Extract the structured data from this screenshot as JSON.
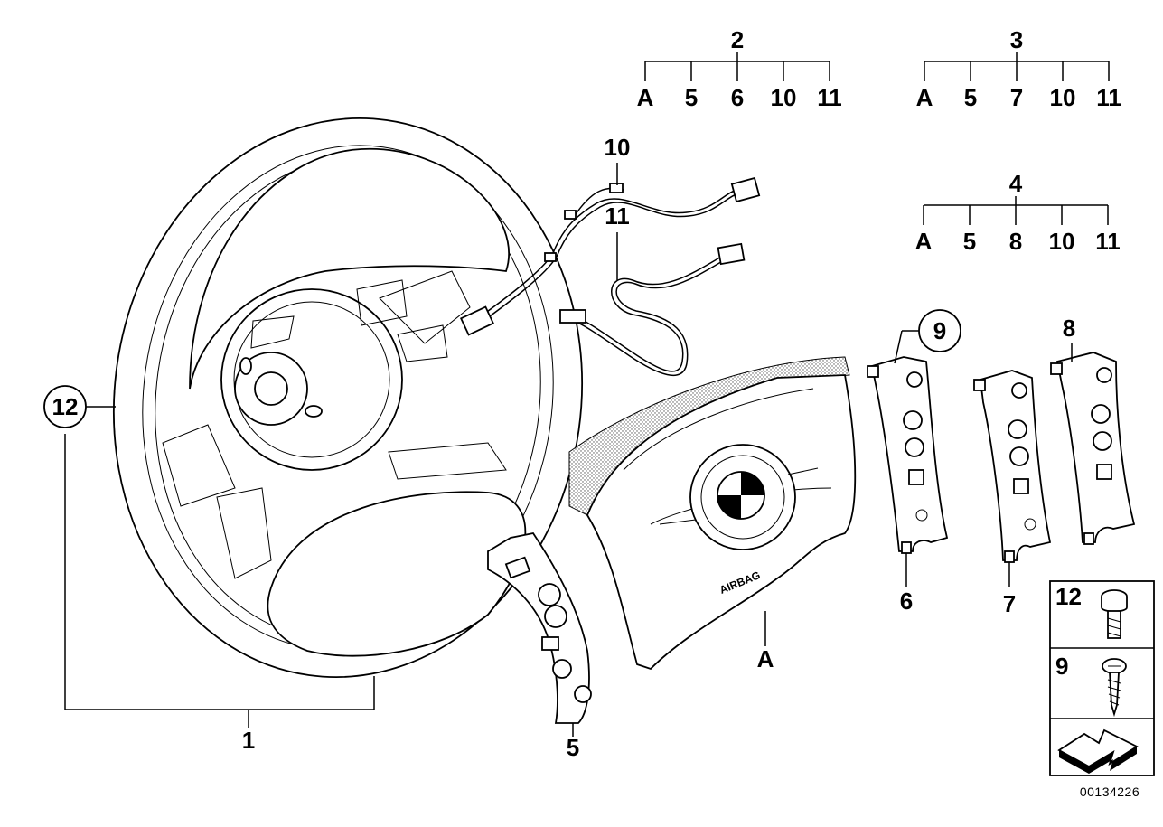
{
  "callouts": {
    "c1": "1",
    "c2": "2",
    "c3": "3",
    "c4": "4",
    "c5": "5",
    "c6": "6",
    "c7": "7",
    "c8": "8",
    "c9": "9",
    "c10": "10",
    "c11": "11",
    "c12": "12",
    "cA": "A"
  },
  "trees": {
    "t2": {
      "root": "2",
      "leaves": [
        "A",
        "5",
        "6",
        "10",
        "11"
      ]
    },
    "t3": {
      "root": "3",
      "leaves": [
        "A",
        "5",
        "7",
        "10",
        "11"
      ]
    },
    "t4": {
      "root": "4",
      "leaves": [
        "A",
        "5",
        "8",
        "10",
        "11"
      ]
    }
  },
  "legend": {
    "row12": "12",
    "row9": "9"
  },
  "airbag_label": "AIRBAG",
  "ref_number": "00134226"
}
